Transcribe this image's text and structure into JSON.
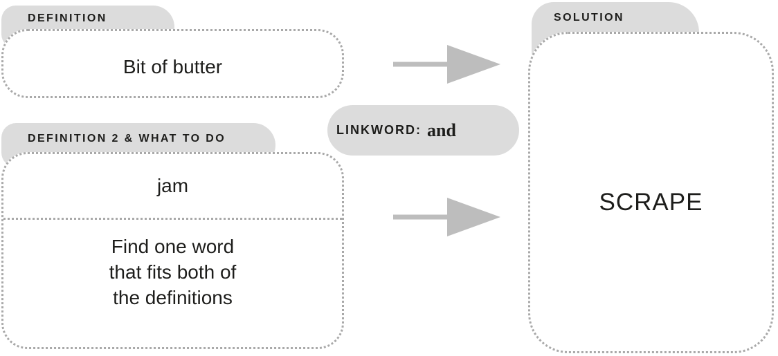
{
  "diagram": {
    "definition1": {
      "tab_label": "DEFINITION",
      "text": "Bit of butter"
    },
    "definition2": {
      "tab_label": "DEFINITION 2 & WHAT TO DO",
      "clue": "jam",
      "instruction": "Find one word\nthat fits both of\nthe definitions"
    },
    "linkword": {
      "label": "LINKWORD:",
      "word": "and"
    },
    "solution": {
      "tab_label": "SOLUTION",
      "answer": "SCRAPE"
    },
    "colors": {
      "tab_fill": "#dcdcdc",
      "dotted_border": "#a9a9a9",
      "arrow": "#bdbdbd",
      "text": "#1d1d1b"
    }
  }
}
